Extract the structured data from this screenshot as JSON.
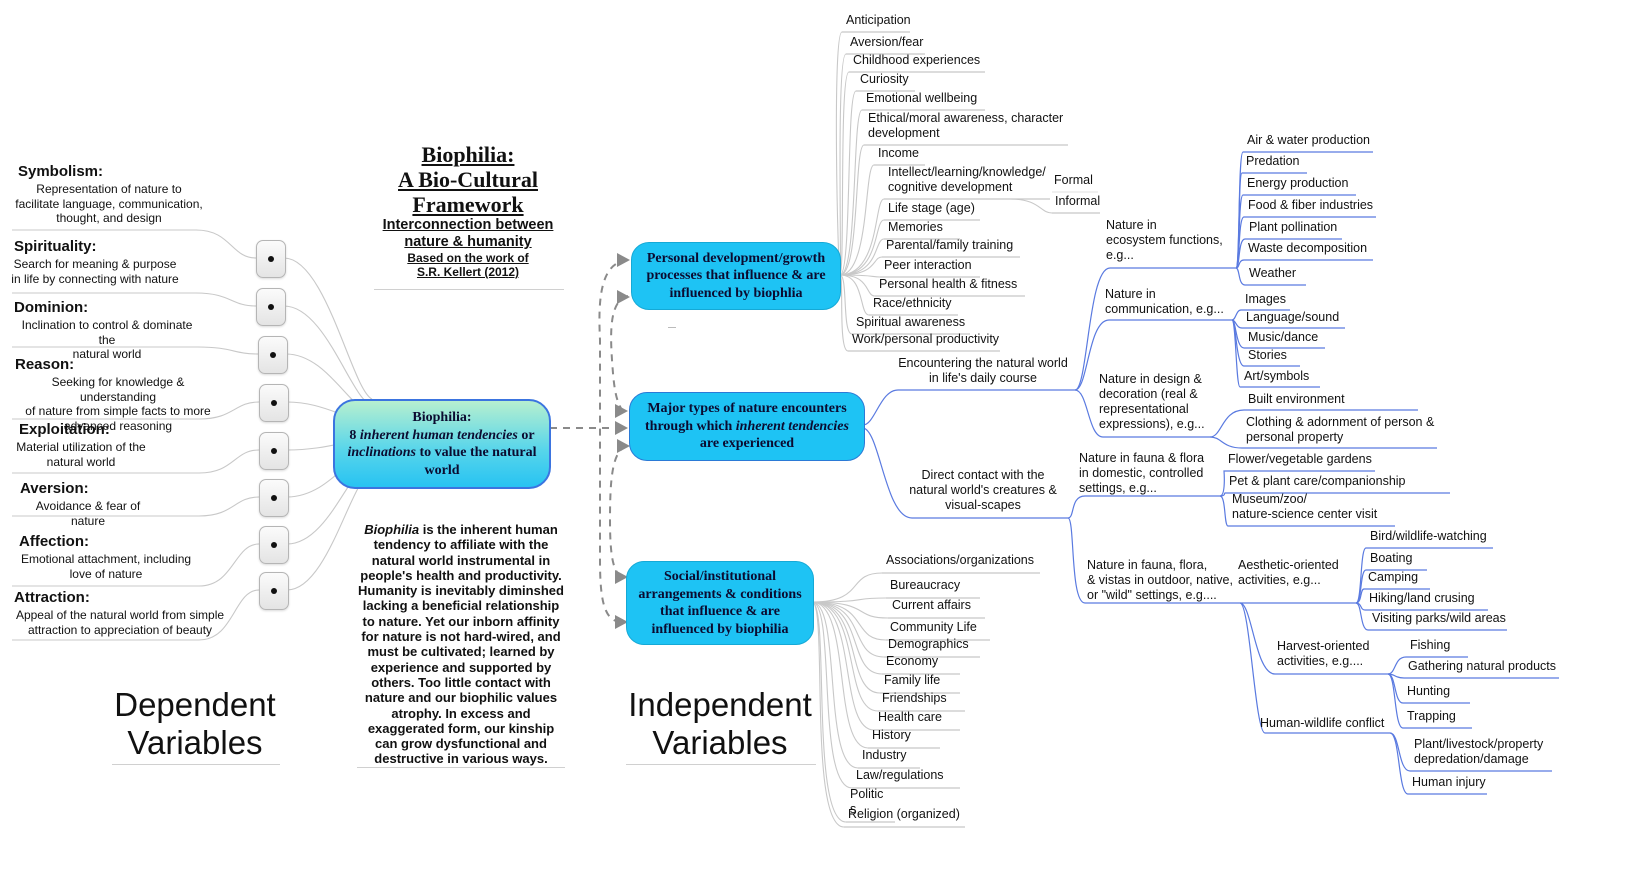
{
  "title": {
    "line1": "Biophilia:",
    "line2": "A Bio-Cultural",
    "line3": "Framework",
    "subtitle1": "Interconnection between",
    "subtitle2": "nature & humanity",
    "credit1": "Based on the work of",
    "credit2": "S.R. Kellert (2012)"
  },
  "tendencies": [
    {
      "name": "Symbolism:",
      "desc": [
        "Representation of nature to",
        "facilitate language, communication,",
        "thought, and design"
      ]
    },
    {
      "name": "Spirituality:",
      "desc": [
        "Search for meaning & purpose",
        "in life by connecting with nature"
      ]
    },
    {
      "name": "Dominion:",
      "desc": [
        "Inclination to control & dominate the",
        "natural world"
      ]
    },
    {
      "name": "Reason:",
      "desc": [
        "Seeking for knowledge & understanding",
        "of nature from simple facts to more",
        "advanced reasoning"
      ]
    },
    {
      "name": "Exploitation:",
      "desc": [
        "Material utilization of the",
        "natural world"
      ]
    },
    {
      "name": "Aversion:",
      "desc": [
        "Avoidance & fear of nature"
      ]
    },
    {
      "name": "Affection:",
      "desc": [
        "Emotional attachment, including",
        "love of nature"
      ]
    },
    {
      "name": "Attraction:",
      "desc": [
        "Appeal of the natural world from simple",
        "attraction to appreciation of beauty"
      ]
    }
  ],
  "center_node": {
    "title": "Biophilia:",
    "l1a": "8 ",
    "l1b": "inherent human tendencies",
    "l1c": " or",
    "l2a": "inclinations",
    "l2b": " to value the natural",
    "l3": "world"
  },
  "definition": {
    "lead": "Biophilia",
    "lines": [
      " is the inherent human",
      "tendency to affiliate with the",
      "natural world instrumental in",
      "people's health and productivity.",
      "Humanity is inevitably diminshed",
      "lacking a beneficial relationship",
      "to nature. Yet our inborn affinity",
      "for nature is not hard-wired, and",
      "must be cultivated; learned by",
      "experience and supported by",
      "others. Too little contact with",
      "nature and our biophilic values",
      "atrophy.  In excess and",
      "exaggerated form, our kinship",
      "can grow dysfunctional and",
      "destructive in various ways."
    ]
  },
  "labels": {
    "dependent1": "Dependent",
    "dependent2": "Variables",
    "independent1": "Independent",
    "independent2": "Variables"
  },
  "personal_node": {
    "lines": [
      "Personal development/growth",
      "processes that influence & are",
      "influenced by biophlia"
    ]
  },
  "encounters_node": {
    "l1": "Major types of nature encounters",
    "l2a": "through which ",
    "l2b": "inherent tendencies",
    "l3": "are experienced"
  },
  "social_node": {
    "lines": [
      "Social/institutional",
      "arrangements & conditions",
      "that influence & are",
      "influenced by biophilia"
    ]
  },
  "personal_items": [
    "Anticipation",
    "Aversion/fear",
    "Childhood experiences",
    "Curiosity",
    "Emotional wellbeing",
    "Ethical/moral awareness, character\ndevelopment",
    "Income",
    "Intellect/learning/knowledge/\ncognitive development",
    "Life stage (age)",
    "Memories",
    "Parental/family training",
    "Peer interaction",
    "Personal health & fitness",
    "Race/ethnicity",
    "Spiritual awareness",
    "Work/personal productivity"
  ],
  "learning_types": [
    "Formal",
    "Informal"
  ],
  "social_items": [
    "Associations/organizations",
    "Bureaucracy",
    "Current affairs",
    "Community Life",
    "Demographics",
    "Economy",
    "Family life",
    "Friendships",
    "Health care",
    "History",
    "Industry",
    "Law/regulations",
    "Politic\ns",
    "Religion (organized)"
  ],
  "encounters": {
    "daily": {
      "label": "Encountering the natural world\nin life's daily course",
      "ecosystem": {
        "label": "Nature in\necosystem functions,\ne.g...",
        "items": [
          "Air & water production",
          "Predation",
          "Energy production",
          "Food & fiber industries",
          "Plant pollination",
          "Waste decomposition",
          "Weather"
        ]
      },
      "communication": {
        "label": "Nature in\ncommunication, e.g...",
        "items": [
          "Images",
          "Language/sound",
          "Music/dance",
          "Stories",
          "Art/symbols"
        ]
      },
      "design": {
        "label": "Nature in design &\ndecoration (real &\nrepresentational\nexpressions), e.g...",
        "items": [
          "Built environment",
          "Clothing & adornment of person &\npersonal property"
        ]
      }
    },
    "direct": {
      "label": "Direct contact with the\nnatural world's creatures &\nvisual-scapes",
      "domestic": {
        "label": "Nature in fauna & flora\nin domestic, controlled\n settings, e.g...",
        "items": [
          "Flower/vegetable gardens",
          "Pet & plant care/companionship",
          "Museum/zoo/\nnature-science center visit"
        ]
      },
      "wild": {
        "label": "Nature in fauna, flora,\n& vistas in outdoor, native,\nor \"wild\" settings, e.g....",
        "aesthetic": {
          "label": "Aesthetic-oriented\nactivities, e.g...",
          "items": [
            "Bird/wildlife-watching",
            "Boating",
            "Camping",
            "Hiking/land crusing",
            "Visiting parks/wild areas"
          ]
        },
        "harvest": {
          "label": "Harvest-oriented\nactivities, e.g....",
          "items": [
            "Fishing",
            "Gathering natural products",
            "Hunting",
            "Trapping"
          ]
        },
        "conflict": {
          "label": "Human-wildlife conflict",
          "items": [
            "Plant/livestock/property\ndepredation/damage",
            "Human injury"
          ]
        }
      }
    }
  },
  "colors": {
    "node_blue": "#1ec3f4",
    "center_border": "#3b74e0",
    "blue_wire": "#5a7ae0",
    "gray_wire": "#c8c8c8",
    "dashed_arrow": "#8a8a8a"
  }
}
